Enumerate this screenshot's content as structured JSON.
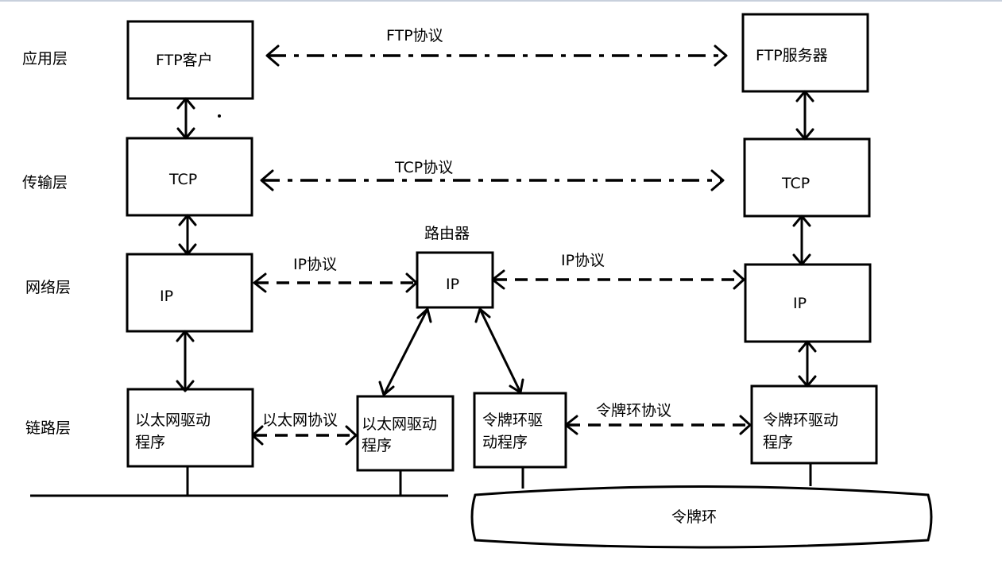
{
  "layers": {
    "application": "应用层",
    "transport": "传输层",
    "network": "网络层",
    "link": "链路层"
  },
  "boxes": {
    "ftp_client": "FTP客户",
    "ftp_server": "FTP服务器",
    "tcp_left": "TCP",
    "tcp_right": "TCP",
    "ip_left": "IP",
    "ip_router": "IP",
    "ip_right": "IP",
    "eth_driver_left_l1": "以太网驱动",
    "eth_driver_left_l2": "程序",
    "eth_driver_router": "以太网驱动",
    "eth_driver_router_l2": "程序",
    "token_driver_router_l1": "令牌环驱",
    "token_driver_router_l2": "动程序",
    "token_driver_right_l1": "令牌环驱动",
    "token_driver_right_l2": "程序"
  },
  "labels": {
    "router": "路由器",
    "ftp_protocol": "FTP协议",
    "tcp_protocol": "TCP协议",
    "ip_protocol_left": "IP协议",
    "ip_protocol_right": "IP协议",
    "ethernet_protocol": "以太网协议",
    "token_protocol": "令牌环协议",
    "token_ring": "令牌环"
  }
}
